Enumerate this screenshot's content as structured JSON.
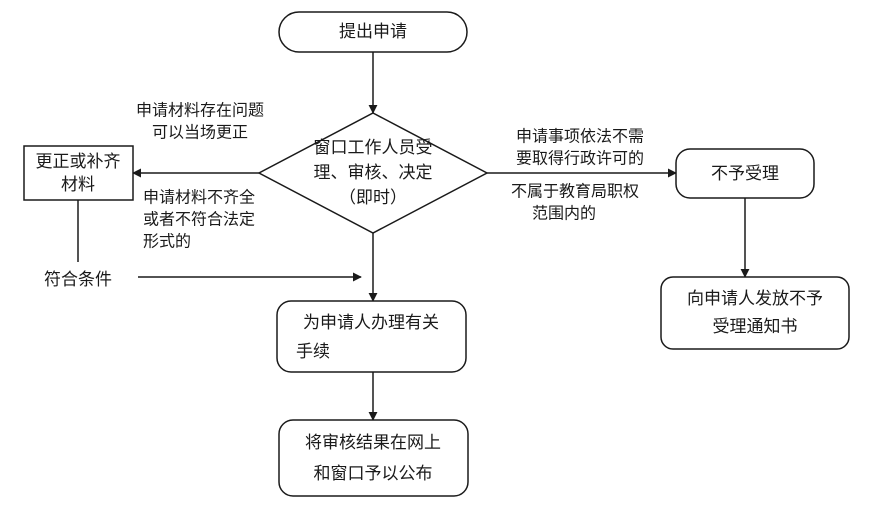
{
  "nodes": {
    "submit": "提出申请",
    "review": [
      "窗口工作人员受",
      "理、审核、决定",
      "（即时）"
    ],
    "correct": [
      "更正或补齐",
      "材料"
    ],
    "reject": "不予受理",
    "notice": [
      "向申请人发放不予",
      "受理通知书"
    ],
    "process": [
      "为申请人办理有关",
      "手续"
    ],
    "publish": [
      "将审核结果在网上",
      "和窗口予以公布"
    ]
  },
  "edges": {
    "onsite_fix": [
      "申请材料存在问题",
      "可以当场更正"
    ],
    "incomplete": [
      "申请材料不齐全",
      "或者不符合法定",
      "形式的"
    ],
    "meets": "符合条件",
    "no_license": [
      "申请事项依法不需",
      "要取得行政许可的"
    ],
    "out_of_scope": [
      "不属于教育局职权",
      "范围内的"
    ]
  },
  "colors": {
    "stroke": "#1a1a1a",
    "fill": "#ffffff",
    "text": "#1a1a1a"
  }
}
